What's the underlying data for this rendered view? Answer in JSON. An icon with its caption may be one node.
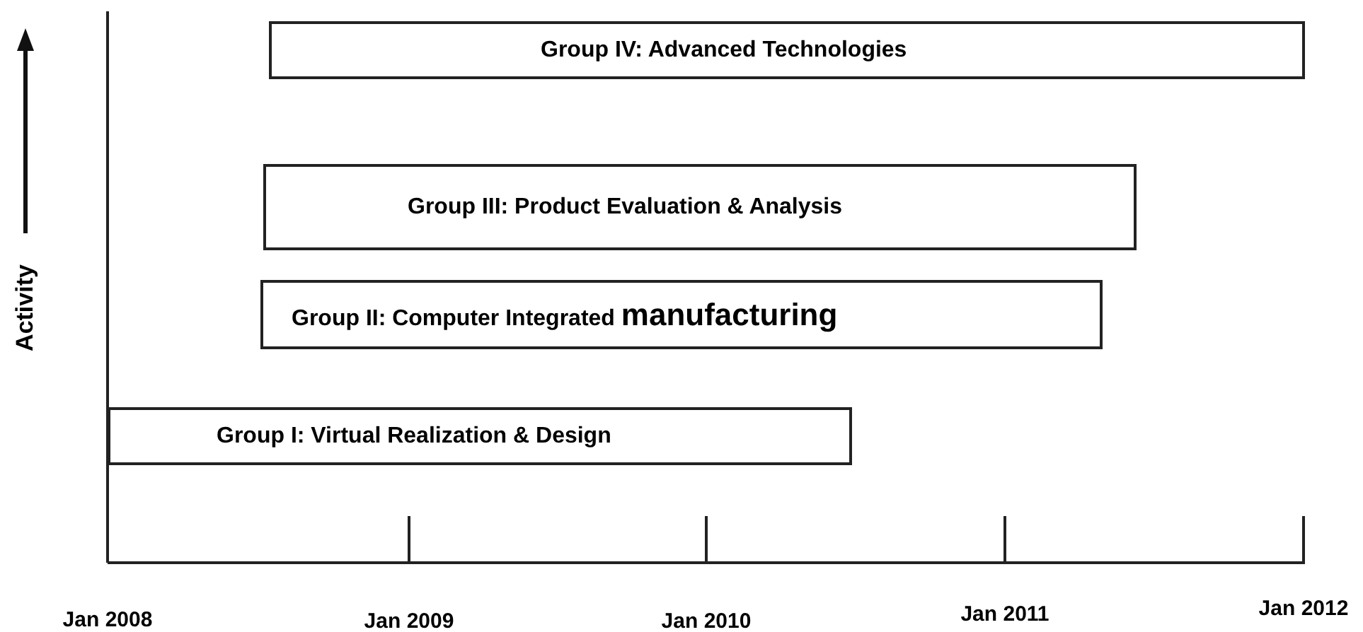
{
  "diagram": {
    "nodes": [
      {
        "text": [
          "Group IV: Advanced Technologies"
        ]
      },
      {
        "text": [
          "Group III: Product Evaluation & Analysis"
        ]
      },
      {
        "text": [
          "Group II: Computer Integrated **manufacturing**"
        ]
      },
      {
        "text": [
          "Group I:  Virtual Realization & Design"
        ]
      }
    ],
    "labels": [
      "Activity",
      "Jan 2008",
      "Jan 2009",
      "Jan 2010",
      "Jan 2011",
      "Jan 2012"
    ]
  }
}
